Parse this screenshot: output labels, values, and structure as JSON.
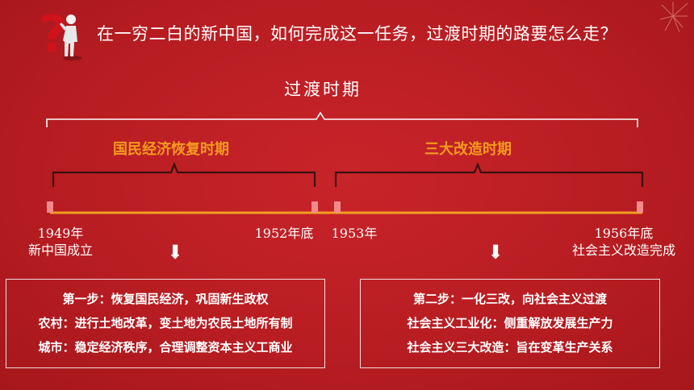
{
  "header": {
    "question": "在一穷二白的新中国，如何完成这一任务，过渡时期的路要怎么走？"
  },
  "diagram": {
    "period_label": "过渡时期",
    "stages": [
      {
        "label": "国民经济恢复时期"
      },
      {
        "label": "三大改造时期"
      }
    ],
    "ticks": [
      {
        "line1": "1949年",
        "line2": "新中国成立"
      },
      {
        "line1": "1952年底",
        "line2": ""
      },
      {
        "line1": "1953年",
        "line2": ""
      },
      {
        "line1": "1956年底",
        "line2": "社会主义改造完成"
      }
    ],
    "arrow_glyph": "⬇",
    "boxes": [
      {
        "lines": [
          "第一步：恢复国民经济，巩固新生政权",
          "农村：进行土地改革，变土地为农民土地所有制",
          "城市：稳定经济秩序，合理调整资本主义工商业"
        ]
      },
      {
        "lines": [
          "第二步：一化三改，向社会主义过渡",
          "社会主义工业化：侧重解放发展生产力",
          "社会主义三大改造：旨在变革生产关系"
        ]
      }
    ]
  },
  "colors": {
    "background": "#b81d22",
    "stage_text": "#f39a1e",
    "timeline": "#f0a020",
    "marker": "#f28a8a",
    "question_mark": "#d0121a"
  }
}
